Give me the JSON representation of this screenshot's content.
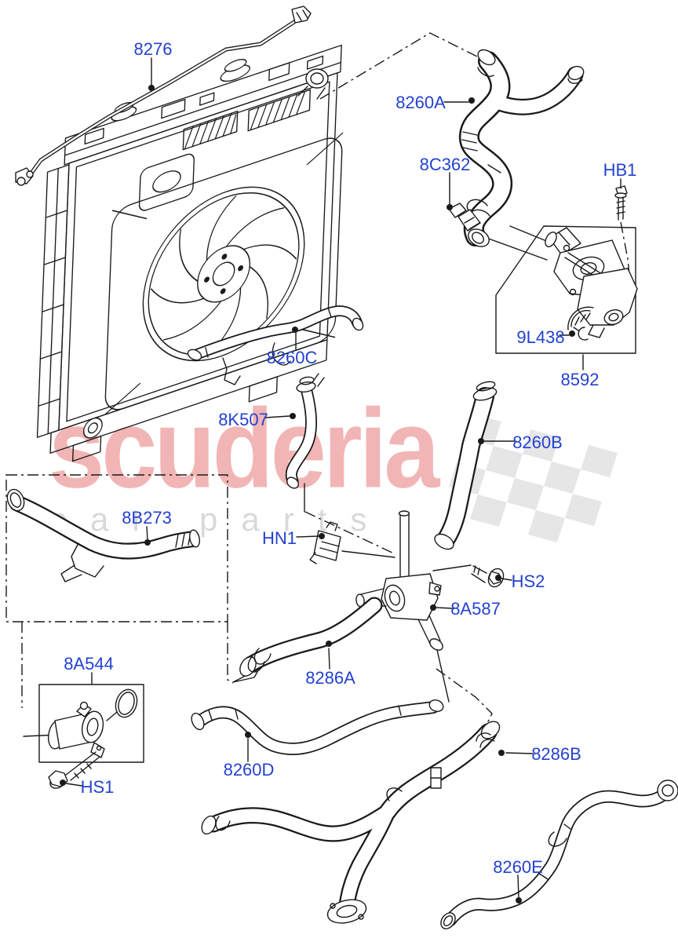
{
  "theme": {
    "background": "#ffffff",
    "line-color": "#1a1a1a",
    "label-color": "#2342d0",
    "brand-color": "#f2b5b5",
    "tagline-color": "#d9d9d9",
    "flag-color": "#e6e6e6"
  },
  "watermark": {
    "brand": "scuderia",
    "tagline": "car parts"
  },
  "diagram": {
    "type": "exploded-parts-diagram",
    "labels": {
      "8276": {
        "text": "8276"
      },
      "8260A": {
        "text": "8260A"
      },
      "8C362": {
        "text": "8C362"
      },
      "HB1": {
        "text": "HB1"
      },
      "9L438": {
        "text": "9L438"
      },
      "8592": {
        "text": "8592"
      },
      "8260C": {
        "text": "8260C"
      },
      "8K507": {
        "text": "8K507"
      },
      "8260B": {
        "text": "8260B"
      },
      "8B273": {
        "text": "8B273"
      },
      "HN1": {
        "text": "HN1"
      },
      "HS2": {
        "text": "HS2"
      },
      "8A587": {
        "text": "8A587"
      },
      "8286A": {
        "text": "8286A"
      },
      "8A544": {
        "text": "8A544"
      },
      "HS1": {
        "text": "HS1"
      },
      "8260D": {
        "text": "8260D"
      },
      "8286B": {
        "text": "8286B"
      },
      "8260E": {
        "text": "8260E"
      }
    }
  }
}
